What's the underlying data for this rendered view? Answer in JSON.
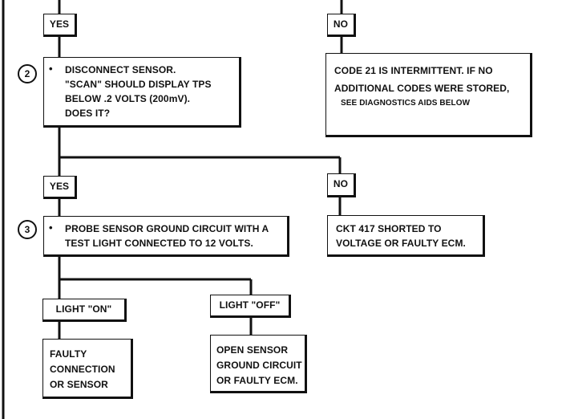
{
  "step_numbers": {
    "step2": "2",
    "step3": "3"
  },
  "bullet": "•",
  "top": {
    "yes_label": "YES",
    "no_label": "NO"
  },
  "step2": {
    "lines": [
      "DISCONNECT SENSOR.",
      "\"SCAN\" SHOULD DISPLAY TPS",
      "BELOW .2 VOLTS (200mV).",
      "DOES IT?"
    ]
  },
  "no_result_1": {
    "lines": [
      "CODE 21 IS INTERMITTENT.  IF NO",
      "ADDITIONAL CODES WERE STORED,"
    ],
    "note": "SEE DIAGNOSTICS AIDS BELOW"
  },
  "branch2": {
    "yes_label": "YES",
    "no_label": "NO"
  },
  "step3": {
    "lines": [
      "PROBE SENSOR GROUND CIRCUIT WITH A",
      "TEST LIGHT CONNECTED TO 12 VOLTS."
    ]
  },
  "no_result_2": {
    "lines": [
      "CKT 417 SHORTED TO",
      "VOLTAGE OR FAULTY ECM."
    ]
  },
  "branch3": {
    "light_on_label": "LIGHT \"ON\"",
    "light_off_label": "LIGHT \"OFF\""
  },
  "result_on": {
    "lines": [
      "FAULTY",
      "CONNECTION",
      "OR SENSOR"
    ]
  },
  "result_off": {
    "lines": [
      "OPEN SENSOR",
      "GROUND CIRCUIT",
      "OR FAULTY ECM."
    ]
  }
}
